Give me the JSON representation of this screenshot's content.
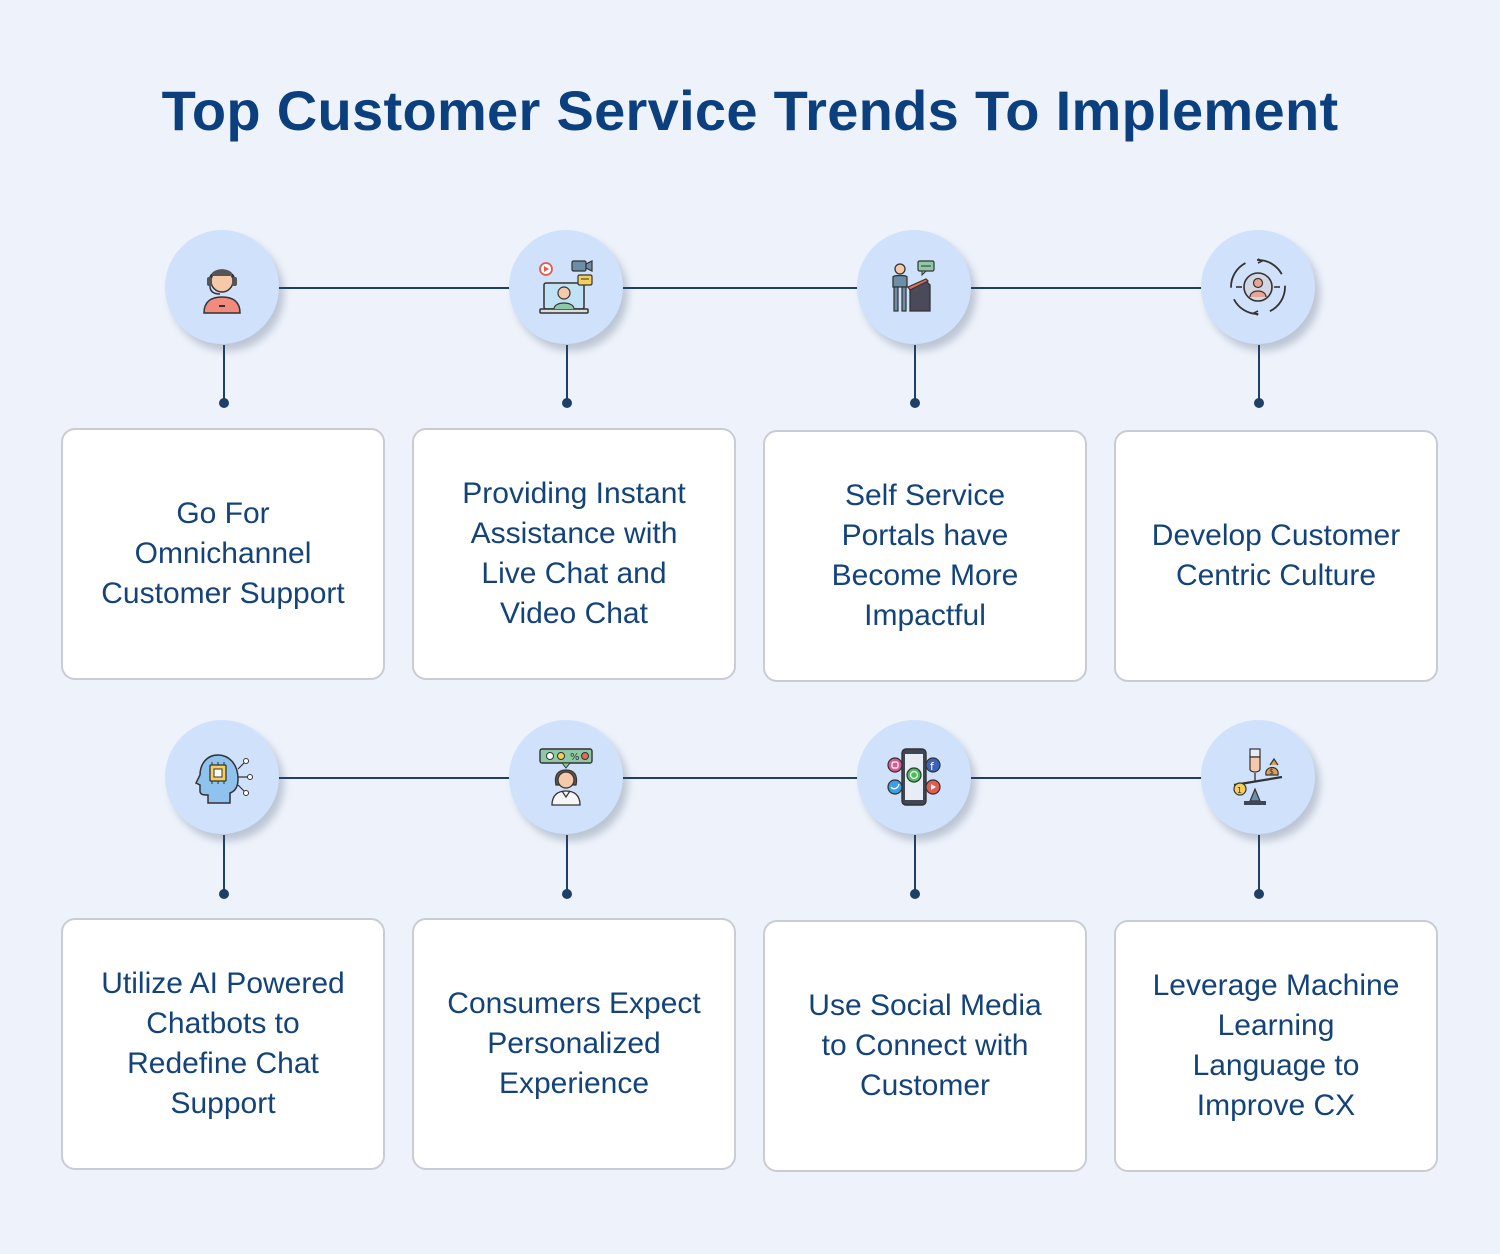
{
  "title": "Top Customer Service Trends To Implement",
  "colors": {
    "title": "#0b3f7e",
    "card_text": "#14437a",
    "connector": "#1e3f66",
    "icon_bg": "#cfe1fb",
    "background": "#eef3fb"
  },
  "rows": [
    {
      "items": [
        {
          "icon": "headset-agent-icon",
          "text": "Go For\nOmnichannel\nCustomer Support"
        },
        {
          "icon": "video-chat-icon",
          "text": "Providing Instant\nAssistance with\nLive Chat and\nVideo Chat"
        },
        {
          "icon": "self-service-portal-icon",
          "text": "Self Service\nPortals have\nBecome More\nImpactful"
        },
        {
          "icon": "customer-centric-icon",
          "text": "Develop Customer\nCentric Culture"
        }
      ]
    },
    {
      "items": [
        {
          "icon": "ai-brain-icon",
          "text": "Utilize AI Powered\nChatbots to\nRedefine Chat\nSupport"
        },
        {
          "icon": "personalized-shopper-icon",
          "text": "Consumers Expect\nPersonalized\nExperience"
        },
        {
          "icon": "social-media-phone-icon",
          "text": "Use Social Media\nto Connect with\nCustomer"
        },
        {
          "icon": "machine-learning-balance-icon",
          "text": "Leverage Machine\nLearning\nLanguage to\nImprove CX"
        }
      ]
    }
  ]
}
